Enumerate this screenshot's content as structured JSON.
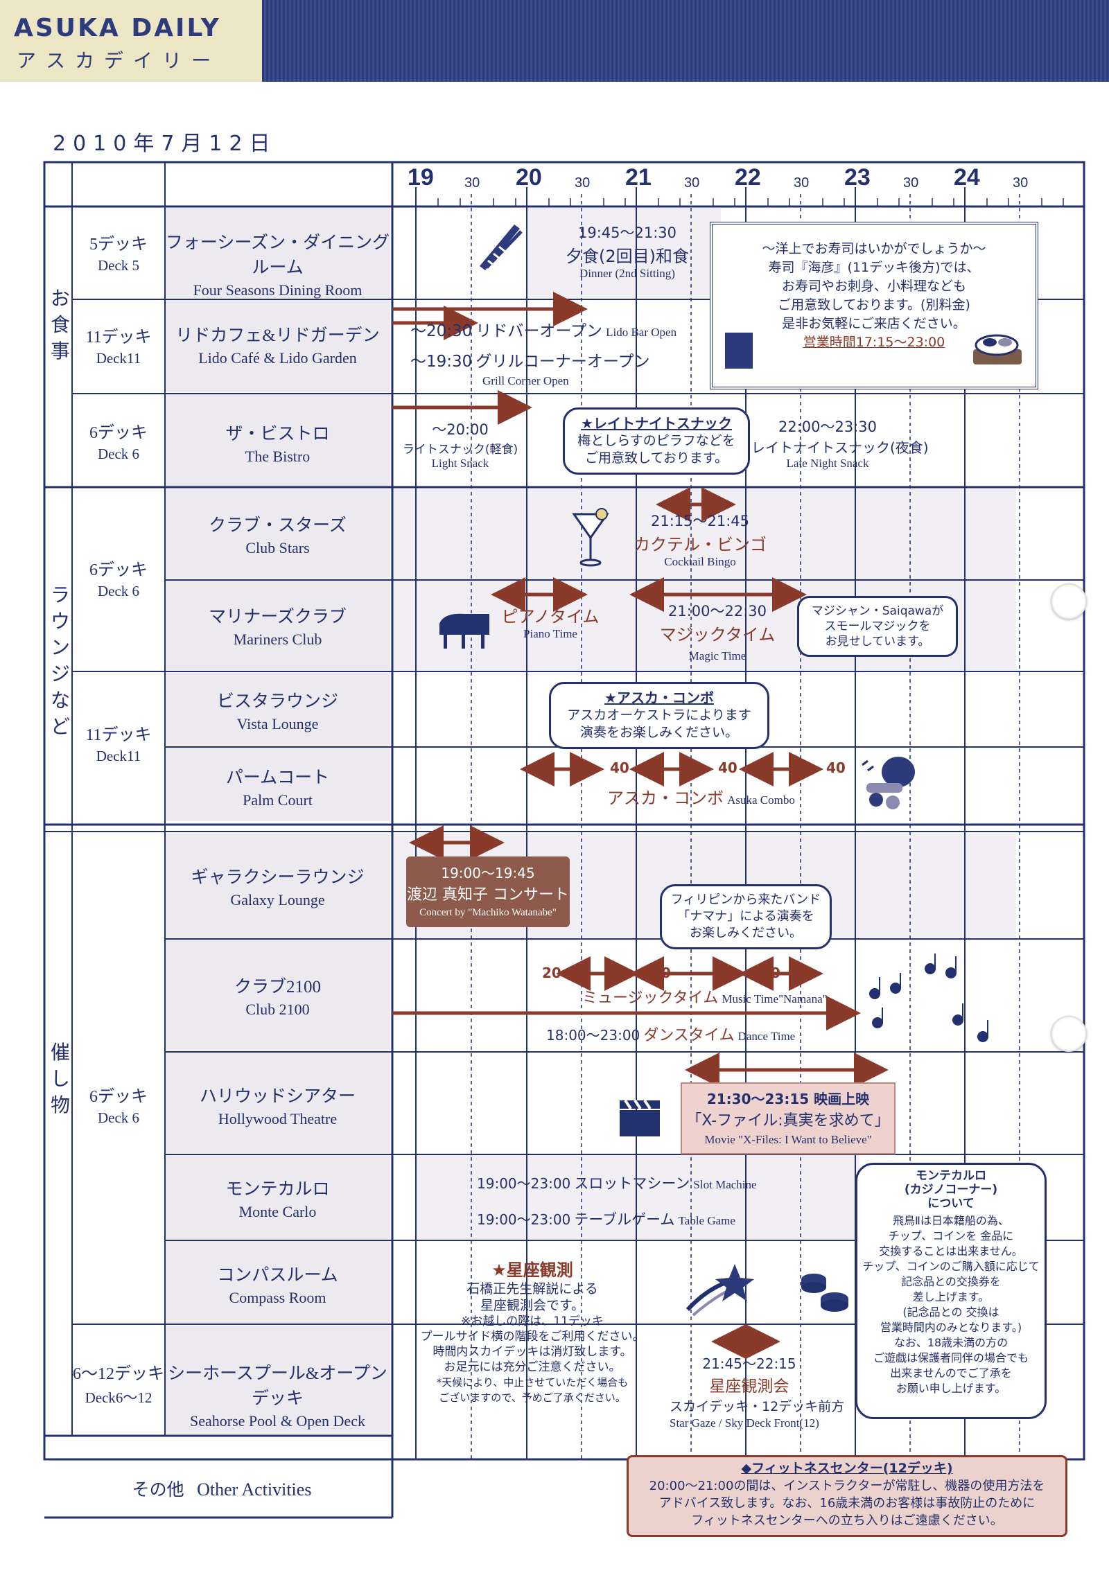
{
  "header": {
    "brand": "ASUKA DAILY",
    "brand_kana": "アスカデイリー"
  },
  "date": "2010年7月12日",
  "timeline": {
    "hours": [
      "19",
      "20",
      "21",
      "22",
      "23",
      "24"
    ],
    "half": "30"
  },
  "categories": {
    "dining": "お食事",
    "lounge": "ラウンジなど",
    "events": "催し物"
  },
  "decks": {
    "d5": {
      "j": "5デッキ",
      "e": "Deck 5"
    },
    "d11a": {
      "j": "11デッキ",
      "e": "Deck11"
    },
    "d6a": {
      "j": "6デッキ",
      "e": "Deck 6"
    },
    "d6b": {
      "j": "6デッキ",
      "e": "Deck 6"
    },
    "d11b": {
      "j": "11デッキ",
      "e": "Deck11"
    },
    "d6c": {
      "j": "6デッキ",
      "e": "Deck 6"
    },
    "d612": {
      "j": "6〜12デッキ",
      "e": "Deck6〜12"
    }
  },
  "venues": {
    "four_seasons": {
      "j": "フォーシーズン・ダイニングルーム",
      "e": "Four Seasons Dining Room"
    },
    "lido": {
      "j": "リドカフェ&リドガーデン",
      "e": "Lido Café & Lido Garden"
    },
    "bistro": {
      "j": "ザ・ビストロ",
      "e": "The Bistro"
    },
    "club_stars": {
      "j": "クラブ・スターズ",
      "e": "Club Stars"
    },
    "mariners": {
      "j": "マリナーズクラブ",
      "e": "Mariners Club"
    },
    "vista": {
      "j": "ビスタラウンジ",
      "e": "Vista Lounge"
    },
    "palm": {
      "j": "パームコート",
      "e": "Palm Court"
    },
    "galaxy": {
      "j": "ギャラクシーラウンジ",
      "e": "Galaxy Lounge"
    },
    "club2100": {
      "j": "クラブ2100",
      "e": "Club 2100"
    },
    "hollywood": {
      "j": "ハリウッドシアター",
      "e": "Hollywood Theatre"
    },
    "monte": {
      "j": "モンテカルロ",
      "e": "Monte Carlo"
    },
    "compass": {
      "j": "コンパスルーム",
      "e": "Compass Room"
    },
    "seahorse": {
      "j": "シーホースプール&オープンデッキ",
      "e": "Seahorse Pool & Open Deck"
    }
  },
  "events": {
    "dinner": {
      "time": "19:45〜21:30",
      "j": "夕食(2回目)和食",
      "e": "Dinner (2nd Sitting)"
    },
    "lido_bar": {
      "time": "〜20:30",
      "j": "リドバーオープン",
      "e": "Lido Bar Open"
    },
    "grill": {
      "time": "〜19:30",
      "j": "グリルコーナーオープン",
      "e": "Grill Corner Open"
    },
    "light_snack": {
      "time": "〜20:00",
      "j": "ライトスナック(軽食)",
      "e": "Light Snack"
    },
    "late_snack": {
      "time": "22:00〜23:30",
      "j": "レイトナイトスナック(夜食)",
      "e": "Late Night Snack"
    },
    "bingo": {
      "time": "21:15〜21:45",
      "j": "カクテル・ビンゴ",
      "e": "Cocktail Bingo"
    },
    "piano": {
      "j": "ピアノタイム",
      "e": "Piano Time"
    },
    "magic": {
      "time": "21:00〜22:30",
      "j": "マジックタイム",
      "e": "Magic Time"
    },
    "combo": {
      "j": "アスカ・コンボ",
      "e": "Asuka Combo",
      "m1": "40",
      "m2": "40",
      "m3": "40"
    },
    "concert": {
      "time": "19:00〜19:45",
      "j": "渡辺 真知子 コンサート",
      "e": "Concert by \"Machiko Watanabe\""
    },
    "music": {
      "j": "ミュージックタイム",
      "e": "Music Time\"Namana\"",
      "m1": "20",
      "m2": "20",
      "m3": "20"
    },
    "dance": {
      "time": "18:00〜23:00",
      "j": "ダンスタイム",
      "e": "Dance Time"
    },
    "movie": {
      "time": "21:30〜23:15 映画上映",
      "j": "「X-ファイル:真実を求めて」",
      "e": "Movie \"X-Files: I Want to Believe\""
    },
    "slot": {
      "time": "19:00〜23:00",
      "j": "スロットマシーン",
      "e": "Slot Machine"
    },
    "table": {
      "time": "19:00〜23:00",
      "j": "テーブルゲーム",
      "e": "Table Game"
    },
    "stargaze": {
      "time": "21:45〜22:15",
      "j": "星座観測会",
      "sub": "スカイデッキ・12デッキ前方",
      "e": "Star Gaze / Sky Deck Front(12)"
    }
  },
  "bubbles": {
    "late_night": {
      "title": "★レイトナイトスナック",
      "l1": "梅としらすのピラフなどを",
      "l2": "ご用意致しております。"
    },
    "magician": {
      "l1": "マジシャン・Saiqawaが",
      "l2": "スモールマジックを",
      "l3": "お見せしています。"
    },
    "combo": {
      "title": "★アスカ・コンボ",
      "l1": "アスカオーケストラによります",
      "l2": "演奏をお楽しみください。"
    },
    "band": {
      "l1": "フィリピンから来たバンド",
      "l2": "「ナマナ」による演奏を",
      "l3": "お楽しみください。"
    }
  },
  "sushi": {
    "l1": "〜洋上でお寿司はいかがでしょうか〜",
    "l2": "寿司『海彦』(11デッキ後方)では、",
    "l3": "お寿司やお刺身、小料理なども",
    "l4": "ご用意致しております。(別料金)",
    "l5": "是非お気軽にご来店ください。",
    "hours": "営業時間17:15〜23:00"
  },
  "casino": {
    "t1": "モンテカルロ",
    "t2": "(カジノコーナー)",
    "t3": "について",
    "lines": [
      "飛鳥Ⅱは日本籍船の為、",
      "チップ、コインを 金品に",
      "交換することは出来ません。",
      "チップ、コインのご購入額に応じて",
      "記念品との交換券を",
      "差し上げます。",
      "(記念品との 交換は",
      "営業時間内のみとなります。)",
      "なお、18歳未満の方の",
      "ご遊戯は保護者同伴の場合でも",
      "出来ませんのでご了承を",
      "お願い申し上げます。"
    ]
  },
  "star_watch": {
    "title": "★星座観測",
    "lines": [
      "石橋正先生解説による",
      "星座観測会です。",
      "※お越しの際は、11デッキ",
      "プールサイド横の階段をご利用ください。",
      "時間内スカイデッキは消灯致します。",
      "お足元には充分ご注意ください。",
      "*天候により、中止させていただく場合も",
      "ございますので、予めご了承ください。"
    ]
  },
  "fitness": {
    "title": "◆フィットネスセンター(12デッキ)",
    "l1": "20:00〜21:00の間は、インストラクターが常駐し、機器の使用方法を",
    "l2": "アドバイス致します。なお、16歳未満のお客様は事故防止のために",
    "l3": "フィットネスセンターへの立ち入りはご遠慮ください。"
  },
  "other": {
    "j": "その他",
    "e": "Other Activities"
  }
}
